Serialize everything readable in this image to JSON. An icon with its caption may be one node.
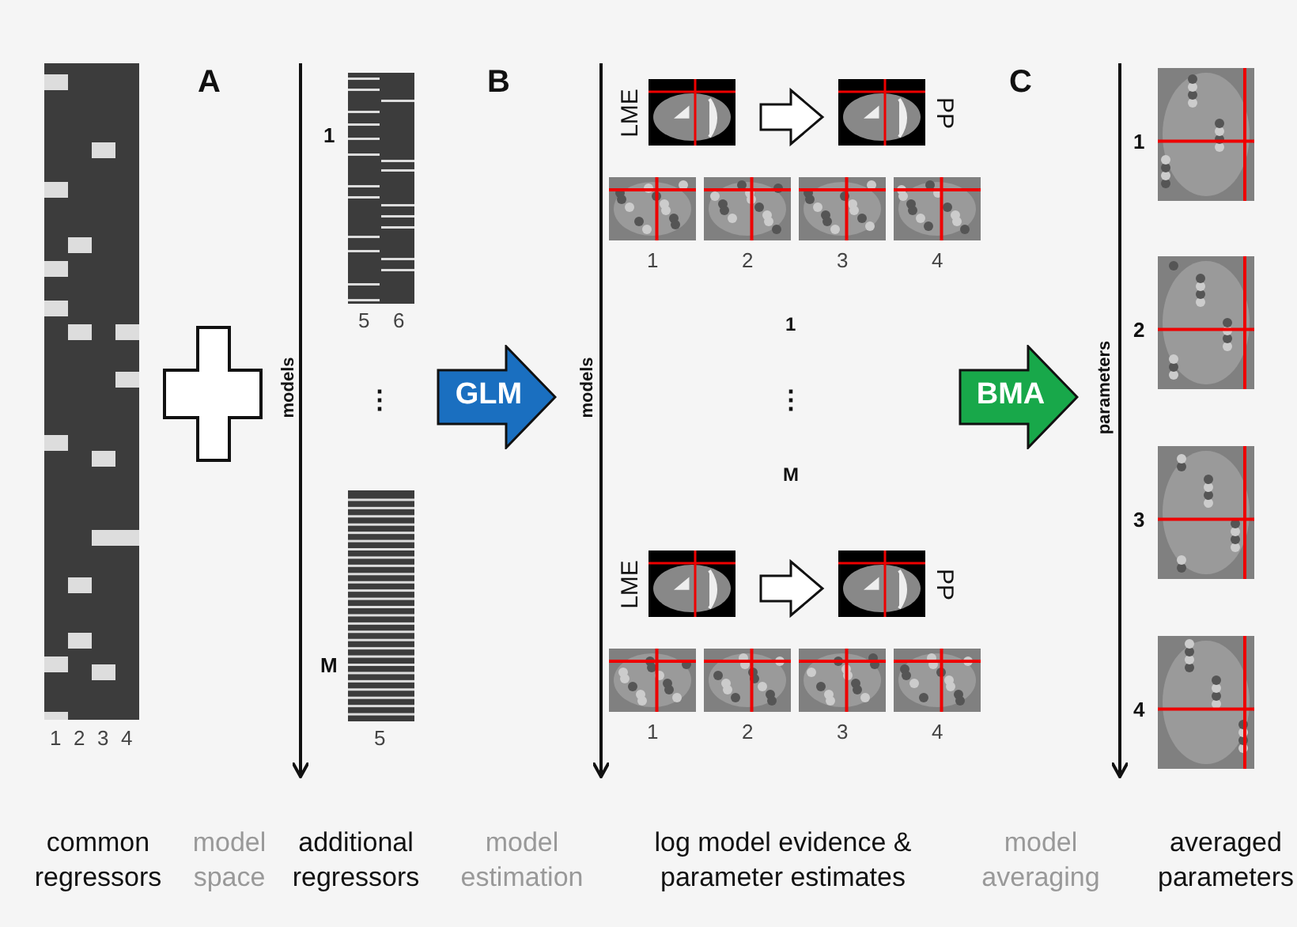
{
  "diagram": {
    "nodes": [
      {
        "text": [],
        "shape": "picture",
        "beside": [
          "1",
          "2",
          "3",
          "4"
        ]
      },
      {
        "text": [],
        "shape": "picture",
        "beside": [
          "1",
          "5",
          "6"
        ]
      },
      {
        "text": [],
        "shape": "picture",
        "beside": [
          "M",
          "5"
        ]
      },
      {
        "text": [
          "GLM"
        ]
      },
      {
        "text": [],
        "shape": "picture",
        "beside": [
          "LME"
        ]
      },
      {
        "text": [],
        "shape": "picture",
        "beside": [
          "PP"
        ]
      },
      {
        "text": [],
        "shape": "picture",
        "beside": [
          "1"
        ]
      },
      {
        "text": [],
        "shape": "picture",
        "beside": [
          "2"
        ]
      },
      {
        "text": [],
        "shape": "picture",
        "beside": [
          "3"
        ]
      },
      {
        "text": [],
        "shape": "picture",
        "beside": [
          "4"
        ]
      },
      {
        "text": [],
        "shape": "picture",
        "beside": [
          "LME"
        ]
      },
      {
        "text": [],
        "shape": "picture",
        "beside": [
          "PP"
        ]
      },
      {
        "text": [],
        "shape": "picture",
        "beside": [
          "1"
        ]
      },
      {
        "text": [],
        "shape": "picture",
        "beside": [
          "2"
        ]
      },
      {
        "text": [],
        "shape": "picture",
        "beside": [
          "3"
        ]
      },
      {
        "text": [],
        "shape": "picture",
        "beside": [
          "4"
        ]
      },
      {
        "text": [
          "BMA"
        ]
      },
      {
        "text": [],
        "shape": "picture",
        "beside": [
          "1"
        ]
      },
      {
        "text": [],
        "shape": "picture",
        "beside": [
          "2"
        ]
      },
      {
        "text": [],
        "shape": "picture",
        "beside": [
          "3"
        ]
      },
      {
        "text": [],
        "shape": "picture",
        "beside": [
          "4"
        ]
      }
    ],
    "edges": [
      {
        "from": 4,
        "to": 5,
        "arrow": "to"
      },
      {
        "from": 10,
        "to": 11,
        "arrow": "to"
      }
    ],
    "labels": [
      "A",
      "B",
      "C",
      "models",
      "⋮",
      "models",
      "1",
      "⋮",
      "M",
      "parameters",
      "common regressors",
      "model space",
      "additional regressors",
      "model estimation",
      "log model evidence & parameter estimates",
      "model averaging",
      "averaged parameters"
    ]
  }
}
